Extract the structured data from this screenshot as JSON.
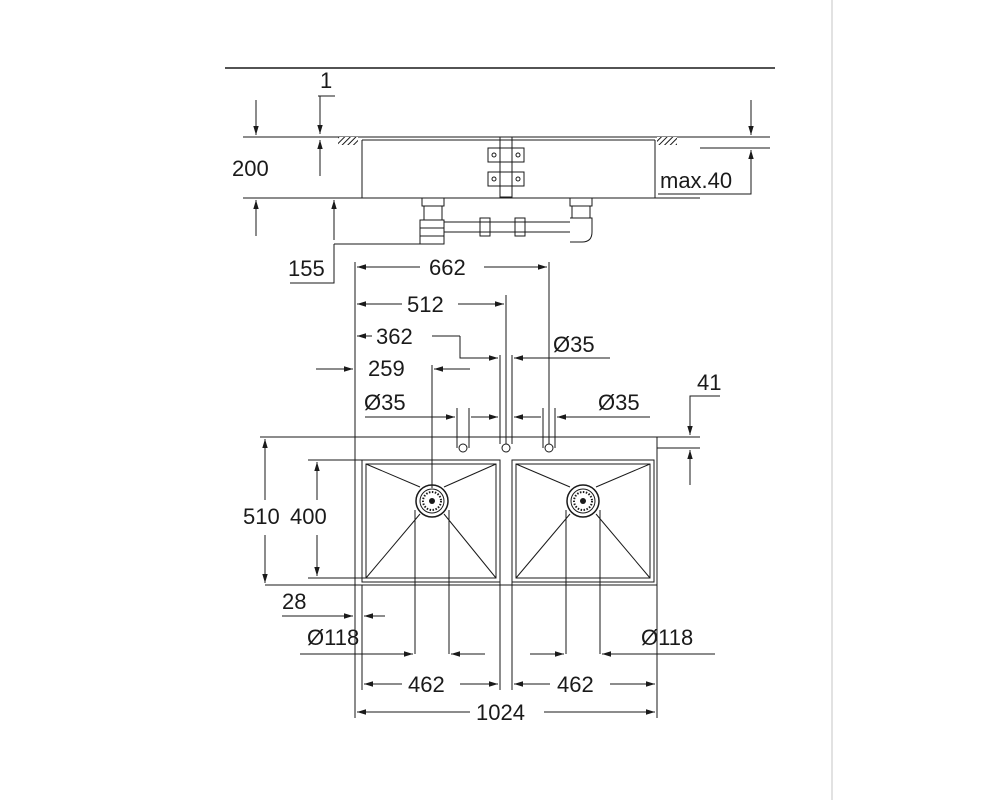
{
  "dimensions": {
    "d1": "1",
    "d200": "200",
    "max40": "max.40",
    "d155": "155",
    "d662": "662",
    "d512": "512",
    "d362": "362",
    "d259": "259",
    "dia35_top_right": "Ø35",
    "dia35_left": "Ø35",
    "dia35_right": "Ø35",
    "d41": "41",
    "d510": "510",
    "d400": "400",
    "d28": "28",
    "dia118_left": "Ø118",
    "dia118_right": "Ø118",
    "d462_left": "462",
    "d462_right": "462",
    "d1024": "1024"
  }
}
